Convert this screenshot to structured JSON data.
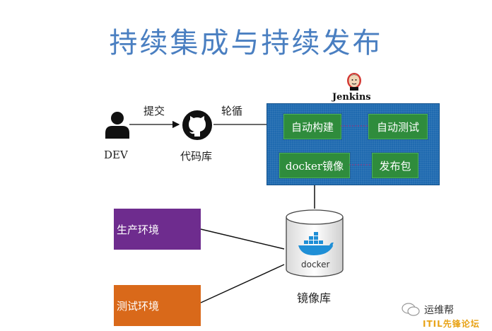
{
  "title": "持续集成与持续发布",
  "dev": {
    "label": "DEV",
    "icon": "user-icon"
  },
  "repo": {
    "label": "代码库",
    "icon": "github-icon"
  },
  "arrows": {
    "commit": "提交",
    "poll": "轮循"
  },
  "jenkins": {
    "label": "Jenkins",
    "icon": "jenkins-butler-icon",
    "background": "#1f6ab0",
    "steps": {
      "auto_build": "自动构建",
      "auto_test": "自动测试",
      "docker_image": "docker镜像",
      "release_package": "发布包"
    }
  },
  "registry": {
    "label": "镜像库",
    "icon": "docker-icon",
    "logo_text": "docker"
  },
  "environments": {
    "production": {
      "label": "生产环境",
      "color": "#6e2c8e"
    },
    "test": {
      "label": "测试环境",
      "color": "#d9691a"
    }
  },
  "watermark": {
    "line1": "运维帮",
    "line2": "ITIL先锋论坛"
  }
}
